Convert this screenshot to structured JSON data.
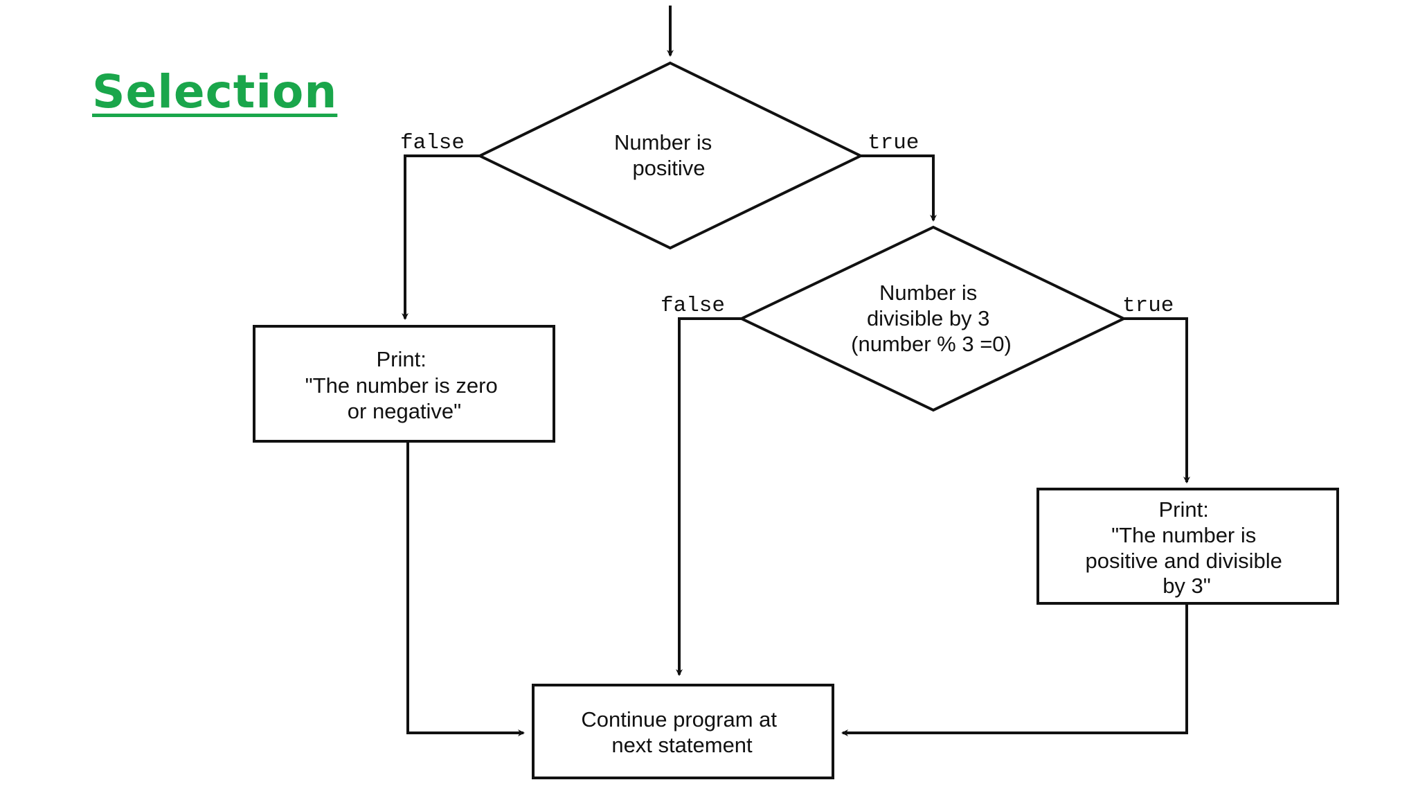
{
  "slide": {
    "title": "Selection"
  },
  "flowchart": {
    "decision_positive": {
      "lines": [
        "Number is",
        "positive"
      ],
      "false_label": "false",
      "true_label": "true"
    },
    "decision_divisible": {
      "lines": [
        "Number is",
        "divisible by 3",
        "(number % 3 =0)"
      ],
      "false_label": "false",
      "true_label": "true"
    },
    "print_negative": {
      "lines": [
        "Print:",
        "\"The number is zero",
        "or negative\""
      ]
    },
    "print_divisible": {
      "lines": [
        "Print:",
        "\"The number is",
        "positive and divisible",
        "by 3\""
      ]
    },
    "continue": {
      "lines": [
        "Continue program at",
        "next statement"
      ]
    }
  }
}
